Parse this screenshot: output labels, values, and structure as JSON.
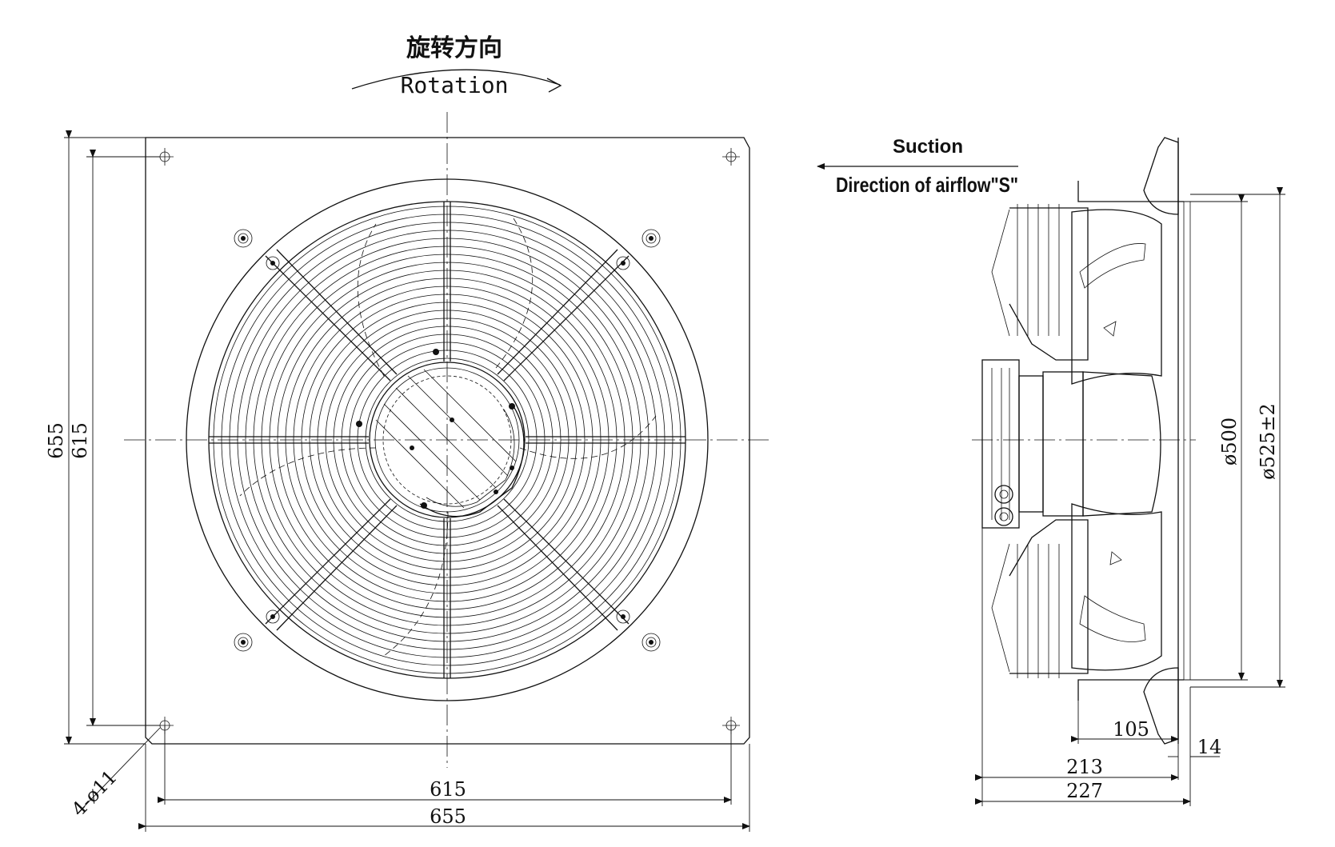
{
  "rotation": {
    "label_cn": "旋转方向",
    "label_en": "Rotation"
  },
  "airflow": {
    "suction": "Suction",
    "direction": "Direction of airflow\"S\""
  },
  "front_view": {
    "height_outer": "655",
    "height_inner": "615",
    "width_inner": "615",
    "width_outer": "655",
    "holes": "4-ø11"
  },
  "side_view": {
    "dia_inner": "ø500",
    "dia_outer": "ø525±2",
    "dim_105": "105",
    "dim_14": "14",
    "dim_213": "213",
    "dim_227": "227"
  }
}
